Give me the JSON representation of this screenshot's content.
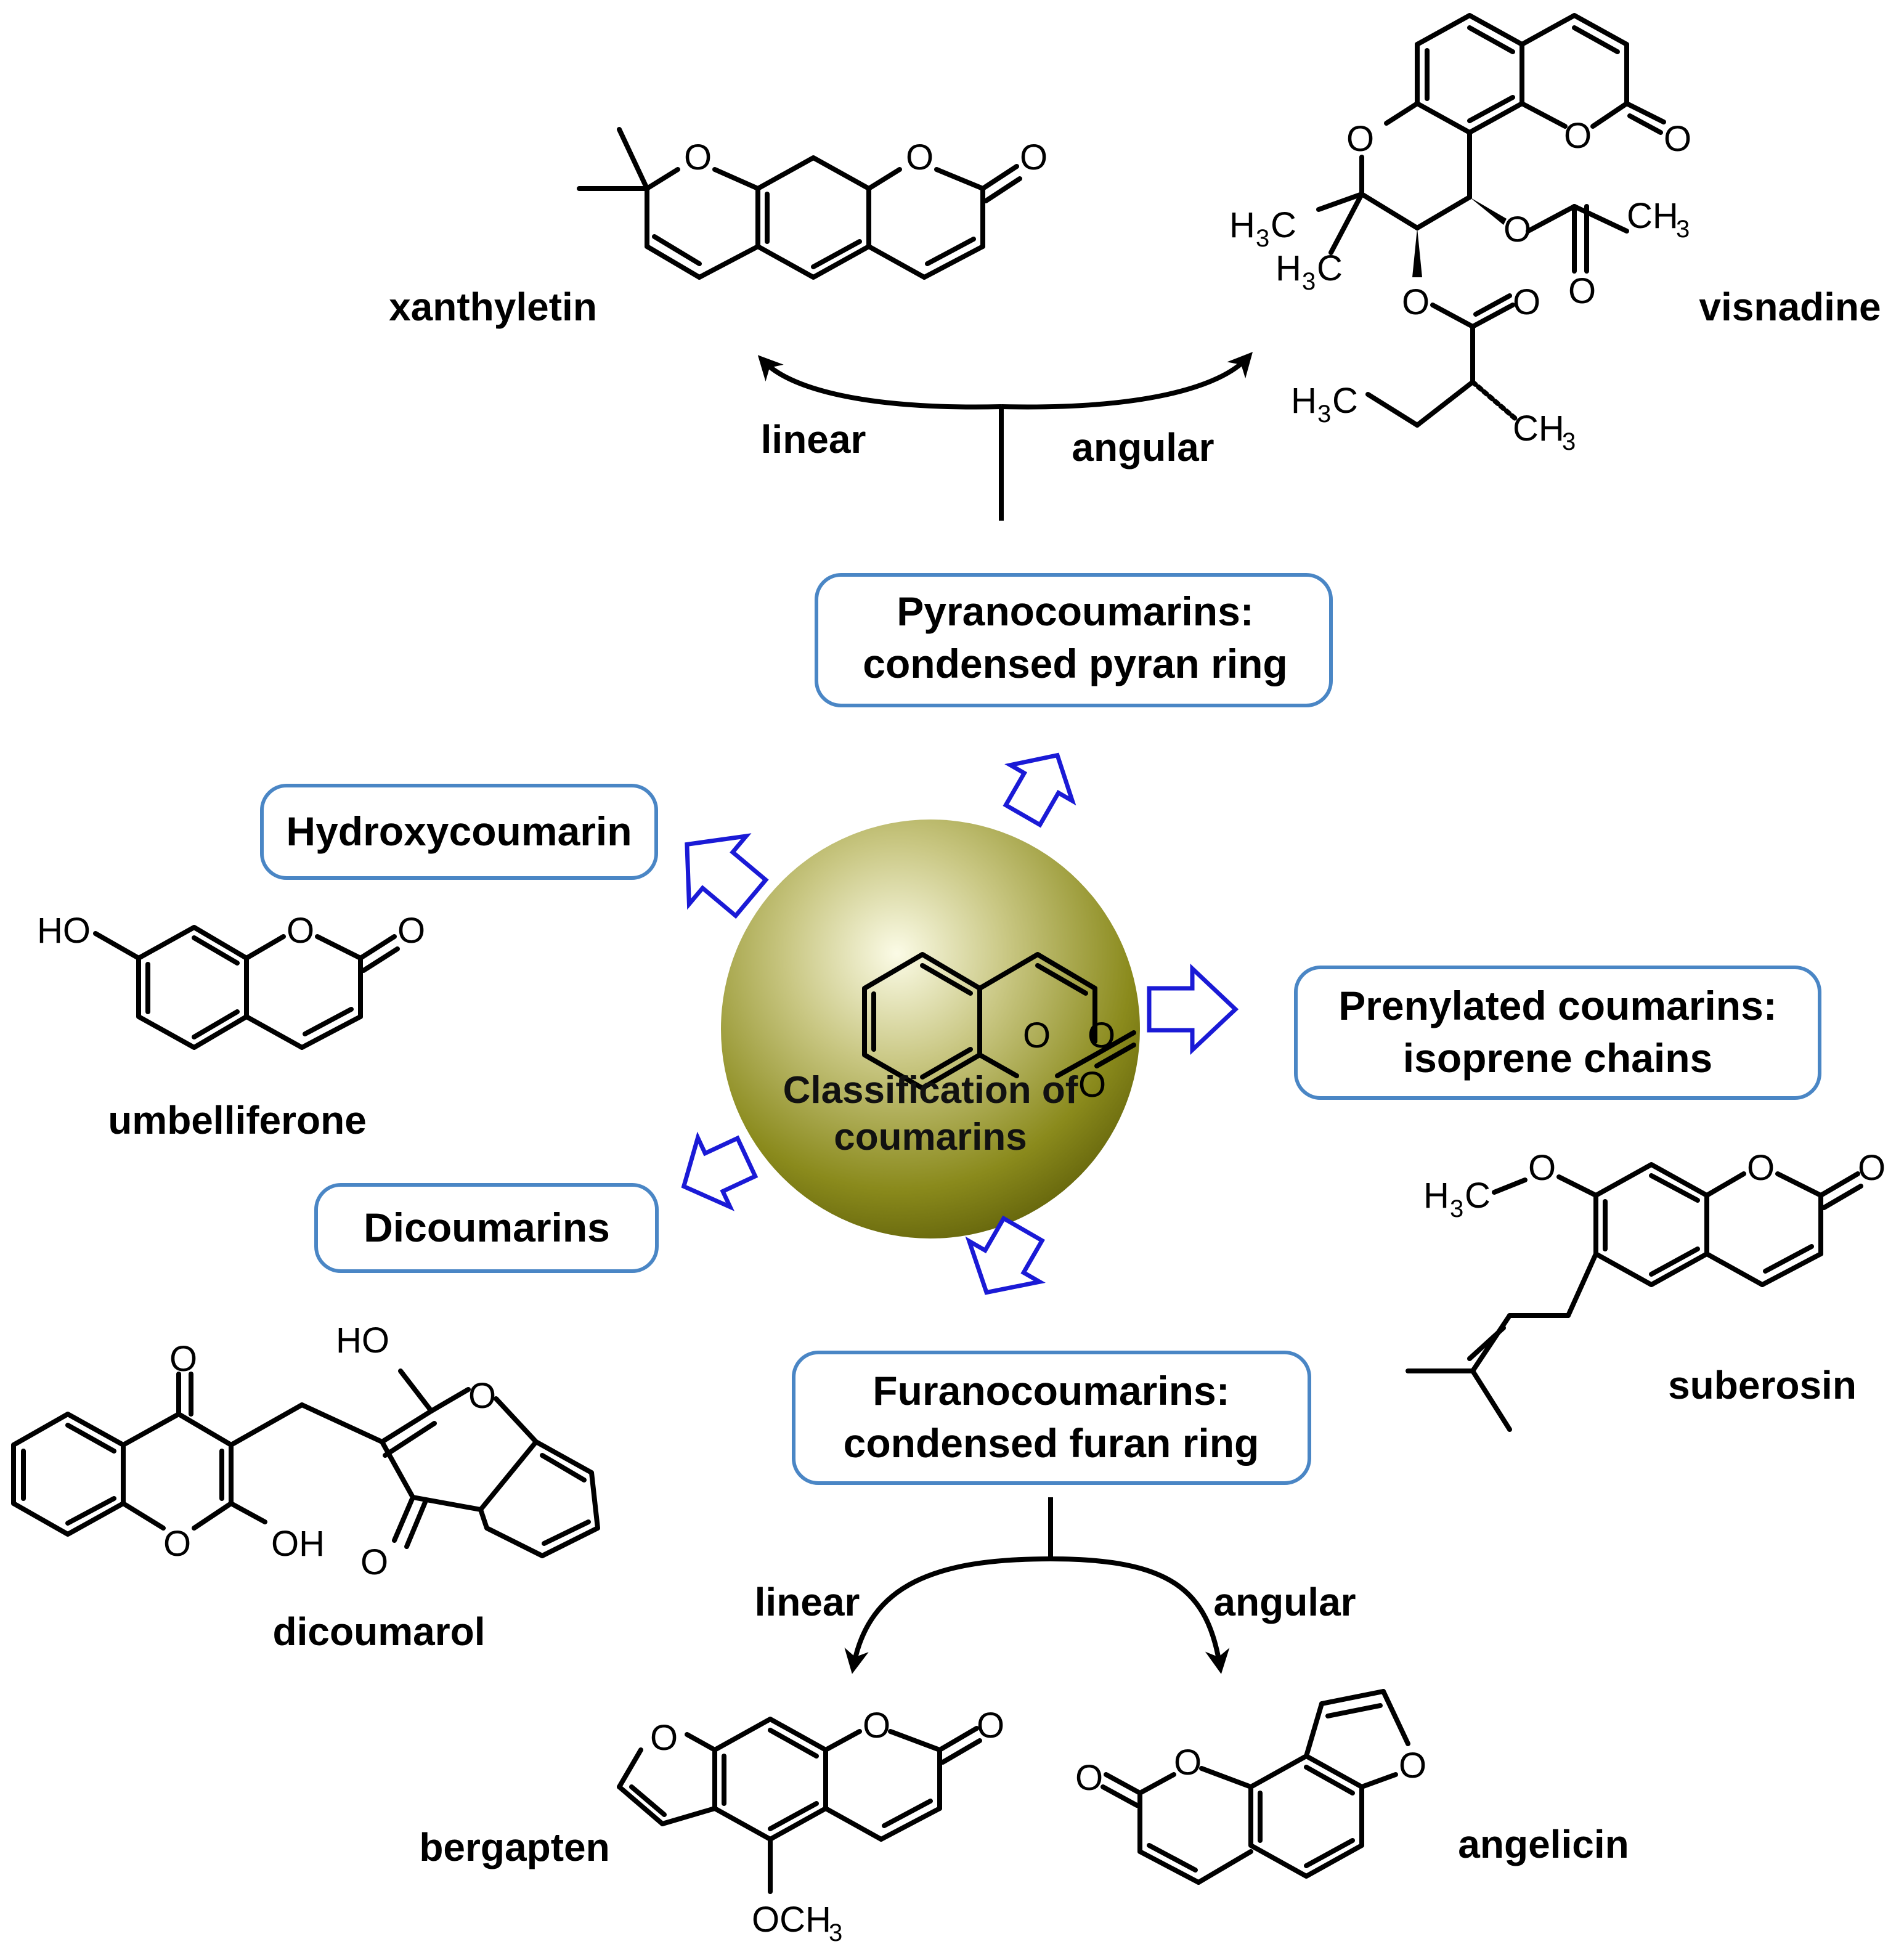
{
  "center": {
    "line1": "Classification of",
    "line2": "coumarins"
  },
  "categories": {
    "pyrano": {
      "line1": "Pyranocoumarins:",
      "line2": "condensed pyran ring"
    },
    "hydroxy": {
      "line1": "Hydroxycoumarin"
    },
    "prenylated": {
      "line1": "Prenylated coumarins:",
      "line2": "isoprene chains"
    },
    "dicoumarins": {
      "line1": "Dicoumarins"
    },
    "furano": {
      "line1": "Furanocoumarins:",
      "line2": "condensed furan ring"
    }
  },
  "branches": {
    "pyrano_left": "linear",
    "pyrano_right": "angular",
    "furano_left": "linear",
    "furano_right": "angular"
  },
  "compounds": {
    "xanthyletin": "xanthyletin",
    "visnadine": "visnadine",
    "umbelliferone": "umbelliferone",
    "suberosin": "suberosin",
    "dicoumarol": "dicoumarol",
    "bergapten": "bergapten",
    "angelicin": "angelicin"
  },
  "atoms": {
    "O": "O",
    "HO": "HO",
    "OH": "OH",
    "H": "H",
    "C": "C",
    "CH": "CH",
    "three": "3",
    "OCH": "OCH"
  },
  "colors": {
    "box_border": "#4a86c5",
    "arrow_outline": "#1a1ad6",
    "sphere": "#8a8a10"
  }
}
